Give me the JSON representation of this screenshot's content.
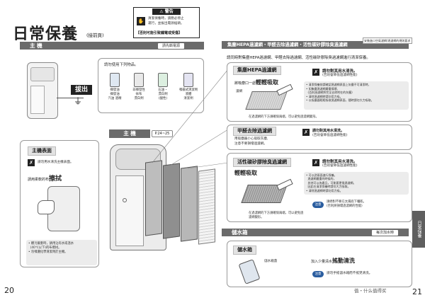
{
  "left_page": {
    "title": "日常保養",
    "title_suffix": "(接前頁)",
    "warning": {
      "label": "警告",
      "line1": "清潔保養時，請務必停止",
      "line2": "運行，並拔出電源插頭。",
      "footer": "【否則可能引致觸電或受傷】"
    },
    "section_main": "主 機",
    "section_main_tag": "請先斷電源",
    "unplug": "拔出",
    "supplies_text": "請勿使用下列物品。",
    "supplies": [
      "揮發油\n揮發油\n汽油 酒精",
      "非揮發性\n抹布\n漂白劑",
      "石油・\n漂白劑\n(酸性)",
      "噴霧式清潔劑\n液體\n清潔劑"
    ],
    "main_unit_label": "主 機",
    "main_unit_ref": "P.24~25",
    "surface_title": "主機表面",
    "surface_note": "請勿用水清洗主機表面。",
    "wipe_pre": "請用柔軟的布",
    "wipe_big": "擦拭",
    "surface_tips": "• 髒污嚴重時，請用沾有水或溫水\n  (40℃以下)的布擦拭。\n• 勿噴灑化學清潔劑於主機。",
    "page_number": "20"
  },
  "right_page": {
    "section_filters": "集塵HEPA過濾網・甲醛去除過濾網・活性碳矽膠除臭過濾網",
    "section_filters_tag": "安裝進口空氣濾網/過濾網的規則要求",
    "intro": "請同時對集塵HEPA過濾網、甲醛去除過濾網、活性碳矽膠除臭過濾網進行清潔保養。",
    "hepa": {
      "title": "集塵HEPA過濾網",
      "no_wash": "請勿對其用水清洗。",
      "no_wash_sub": "(否則會降低過濾網性能)",
      "lead": "將吸塵口一處",
      "lead_big": "輕輕吸取",
      "filter_word": "濾網",
      "bullets": "• 清潔保養前請確認過濾網表面上灰塵不可清潔時。\n• 如集塵過濾網嚴重損壞、\n  (否則過濾網將完全去除附在的灰塵)\n• 清除過濾網時請勿用力吸。\n• 以吸塵器輕輕吸取過濾網表面，隨時請勿大力吸取。",
      "foot": "在過濾網的下方請確保兩端，可以避免過濾網變形。"
    },
    "formaldehyde": {
      "title": "甲醛去除過濾網",
      "text1": "用吸塵器小心吸取灰塵,",
      "text2": "注意不要損壞過濾網。",
      "no_wash": "請勿對其用水清洗。",
      "no_wash_sub": "(否則會降低過濾網性能)"
    },
    "carbon": {
      "title": "活性碳矽膠除臭過濾網",
      "lead_big": "輕輕吸取",
      "no_wash": "請勿對其用水清洗。",
      "no_wash_sub": "(否則會降低過濾網性能)",
      "bullets": "• 可以對兩面進行保養。\n  過濾網嚴重的時候的，\n  其他可以為產品，可能要更換過濾網。\n  因此在清潔保養時請勿大力吸取。\n• 清除過濾網時請勿用力吸。",
      "note_badge": "注意",
      "note_text": "請絕對不要在太陽底下曬乾。\n(否則將損壞過濾網的性能)",
      "foot": "在過濾網的下方請確保兩端，可以避免過濾網變形。"
    },
    "section_tank": "儲水箱",
    "section_tank_tag": "每次加水時",
    "tank": {
      "title": "儲水箱",
      "tank_label": "儲水箱蓋",
      "lead": "加入少量清水",
      "lead_big": "搖動清洗",
      "note_badge": "注意",
      "note_text": "請勿手搖儲水箱而不搖晃清洗。"
    },
    "side_tab": "日常保養",
    "page_number": "21",
    "watermark": "值・什么值得买"
  },
  "colors": {
    "header_gray": "#6b6b6b",
    "note_blue": "#2a5d9f",
    "panel_border": "#9a9a9a"
  }
}
